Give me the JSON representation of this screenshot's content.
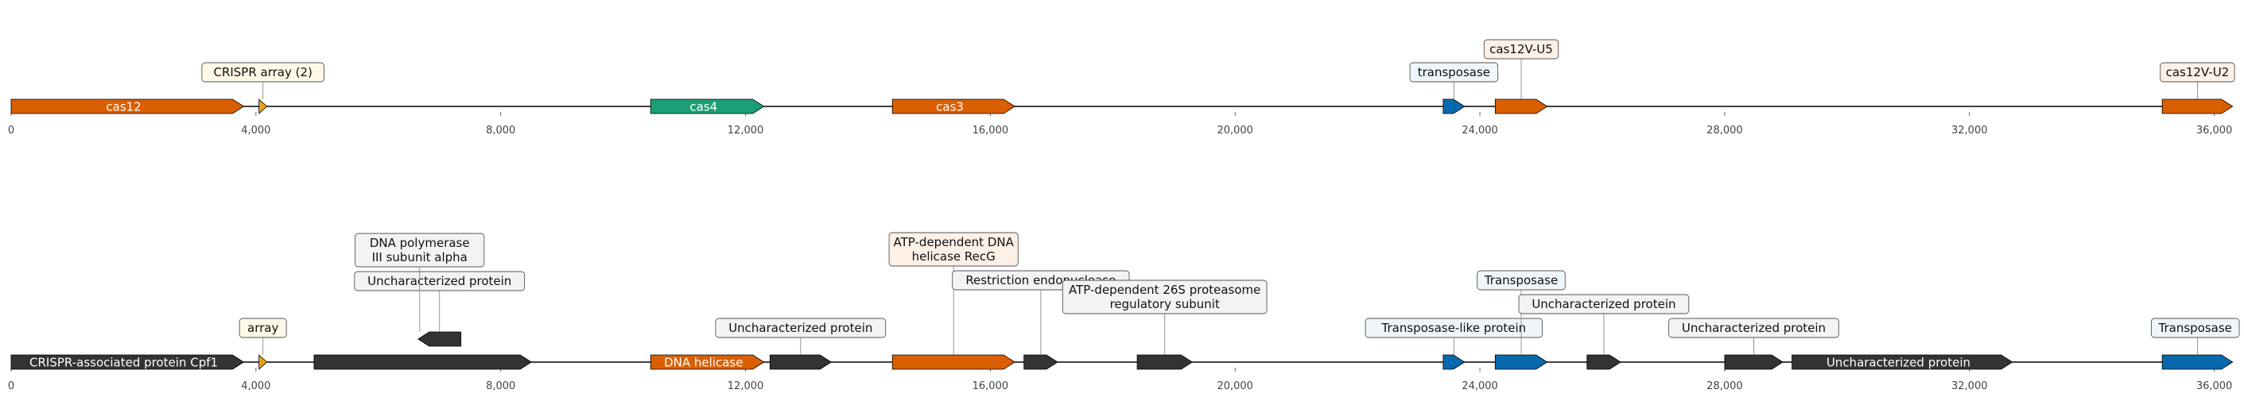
{
  "tracks": [
    {
      "name": "track-top",
      "axis": {
        "min": 0,
        "max": 36200,
        "ticks": [
          0,
          4000,
          8000,
          12000,
          16000,
          20000,
          24000,
          28000,
          32000,
          36000
        ],
        "tick_labels": [
          "0",
          "4,000",
          "8,000",
          "12,000",
          "16,000",
          "20,000",
          "24,000",
          "28,000",
          "32,000",
          "36,000"
        ]
      },
      "features": [
        {
          "label": "cas12",
          "start": 0,
          "end": 3800,
          "strand": 1,
          "color": "#d95f02",
          "inline": true
        },
        {
          "label": "",
          "start": 4050,
          "end": 4180,
          "strand": 1,
          "color": "#e6a11a",
          "callout": "CRISPR array (2)",
          "callout_bg": "#fff8e7",
          "level": 1
        },
        {
          "label": "cas4",
          "start": 10450,
          "end": 12300,
          "strand": 1,
          "color": "#1b9e77",
          "inline": true
        },
        {
          "label": "cas3",
          "start": 14400,
          "end": 16400,
          "strand": 1,
          "color": "#d95f02",
          "inline": true
        },
        {
          "label": "",
          "start": 23400,
          "end": 23750,
          "strand": 1,
          "color": "#0868ac",
          "callout": "transposase",
          "callout_bg": "#eef6fb",
          "level": 1
        },
        {
          "label": "",
          "start": 24250,
          "end": 25100,
          "strand": 1,
          "color": "#d95f02",
          "callout": "cas12V-U5",
          "callout_bg": "#fdf0e6",
          "level": 2
        },
        {
          "label": "",
          "start": 35150,
          "end": 36300,
          "strand": 1,
          "color": "#d95f02",
          "callout": "cas12V-U2",
          "callout_bg": "#fdf0e6",
          "level": 1
        }
      ]
    },
    {
      "name": "track-bottom",
      "axis": {
        "min": 0,
        "max": 36200,
        "ticks": [
          0,
          4000,
          8000,
          12000,
          16000,
          20000,
          24000,
          28000,
          32000,
          36000
        ],
        "tick_labels": [
          "0",
          "4,000",
          "8,000",
          "12,000",
          "16,000",
          "20,000",
          "24,000",
          "28,000",
          "32,000",
          "36,000"
        ]
      },
      "features": [
        {
          "label": "CRISPR-associated protein Cpf1",
          "start": 0,
          "end": 3800,
          "strand": 1,
          "color": "#333333",
          "inline": true
        },
        {
          "label": "",
          "start": 4050,
          "end": 4180,
          "strand": 1,
          "color": "#e6a11a",
          "callout": "array",
          "callout_bg": "#fff8e7",
          "level": 1
        },
        {
          "label": "",
          "start": 4950,
          "end": 8500,
          "strand": 1,
          "color": "#333333"
        },
        {
          "label": "",
          "start": 6650,
          "end": 7350,
          "strand": -1,
          "color": "#333333",
          "row": 1,
          "callout": "Uncharacterized protein",
          "callout_bg": "#f3f3f3",
          "level": 2,
          "anchor_row": 1
        },
        {
          "label": "",
          "start": 6650,
          "end": 6700,
          "strand": 1,
          "color": "#333333",
          "row": 1,
          "invisible": true,
          "callout": "DNA polymerase\nIII subunit alpha",
          "callout_bg": "#f3f3f3",
          "level": 3,
          "anchor_row": 1
        },
        {
          "label": "DNA helicase",
          "start": 10450,
          "end": 12300,
          "strand": 1,
          "color": "#d95f02",
          "inline": true
        },
        {
          "label": "",
          "start": 12400,
          "end": 13400,
          "strand": 1,
          "color": "#333333",
          "callout": "Uncharacterized protein",
          "callout_bg": "#f3f3f3",
          "level": 1
        },
        {
          "label": "",
          "start": 14400,
          "end": 16400,
          "strand": 1,
          "color": "#d95f02",
          "callout": "ATP-dependent DNA\nhelicase RecG",
          "callout_bg": "#fdf0e6",
          "level": 4
        },
        {
          "label": "",
          "start": 16550,
          "end": 17100,
          "strand": 1,
          "color": "#333333",
          "callout": "Restriction endonuclease",
          "callout_bg": "#f3f3f3",
          "level": 3
        },
        {
          "label": "",
          "start": 18400,
          "end": 19300,
          "strand": 1,
          "color": "#333333",
          "callout": "ATP-dependent 26S proteasome\nregulatory subunit",
          "callout_bg": "#f3f3f3",
          "level": 2
        },
        {
          "label": "",
          "start": 23400,
          "end": 23750,
          "strand": 1,
          "color": "#0868ac",
          "callout": "Transposase-like protein",
          "callout_bg": "#eef6fb",
          "level": 1
        },
        {
          "label": "",
          "start": 24250,
          "end": 25100,
          "strand": 1,
          "color": "#0868ac",
          "callout": "Transposase",
          "callout_bg": "#eef6fb",
          "level": 3
        },
        {
          "label": "",
          "start": 25750,
          "end": 26300,
          "strand": 1,
          "color": "#333333",
          "callout": "Uncharacterized protein",
          "callout_bg": "#f3f3f3",
          "level": 2
        },
        {
          "label": "",
          "start": 28000,
          "end": 28950,
          "strand": 1,
          "color": "#333333",
          "callout": "Uncharacterized protein",
          "callout_bg": "#f3f3f3",
          "level": 1
        },
        {
          "label": "Uncharacterized protein",
          "start": 29100,
          "end": 32700,
          "strand": 1,
          "color": "#333333",
          "inline": true
        },
        {
          "label": "",
          "start": 35150,
          "end": 36300,
          "strand": 1,
          "color": "#0868ac",
          "callout": "Transposase",
          "callout_bg": "#eef6fb",
          "level": 1
        }
      ]
    }
  ]
}
